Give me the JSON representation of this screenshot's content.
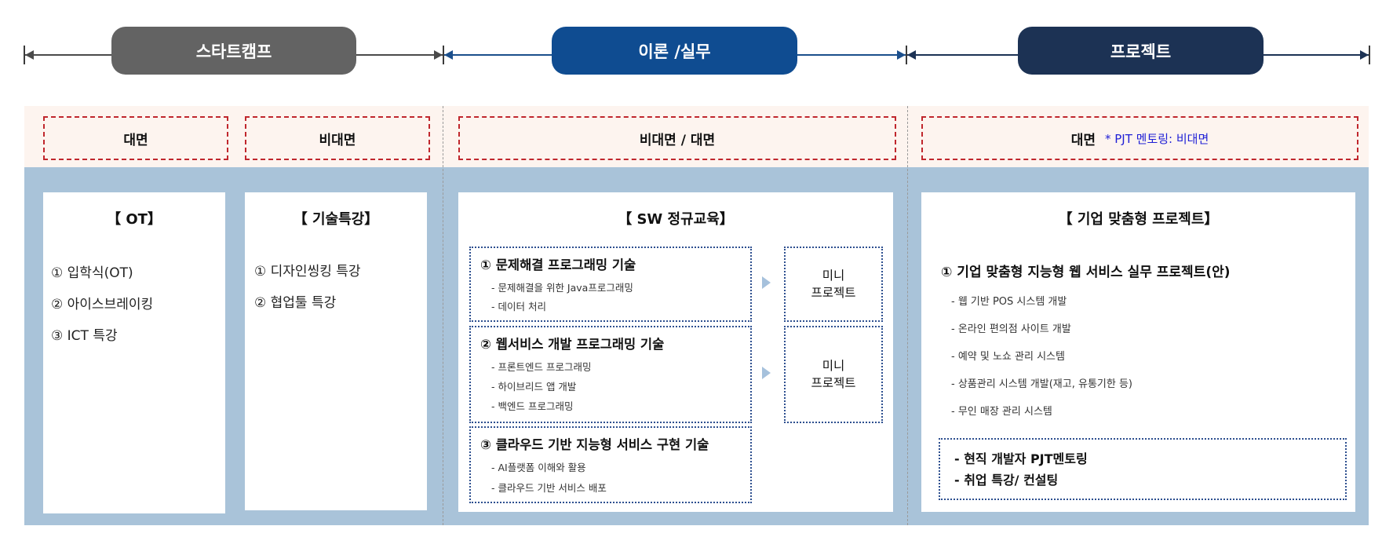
{
  "phases": [
    {
      "label": "스타트캠프",
      "color": "#636363"
    },
    {
      "label": "이론 /실무",
      "color": "#0f4c91"
    },
    {
      "label": "프로젝트",
      "color": "#1c3254"
    }
  ],
  "colors": {
    "timeline_gray": "#4a4a4a",
    "timeline_blue": "#1b4f8c",
    "timeline_navy": "#1c3254",
    "mode_band": "#fdf4ef",
    "content_band": "#a9c3d9",
    "dashed_red": "#c0272d",
    "dotted_blue": "#2d4f8f",
    "note_blue": "#1f1fd6"
  },
  "modes": {
    "startcamp_ot": "대면",
    "startcamp_special": "비대면",
    "theory": "비대면 / 대면",
    "project": "대면",
    "project_note": "* PJT 멘토링: 비대면"
  },
  "ot": {
    "title": "【 OT】",
    "items": [
      "① 입학식(OT)",
      "② 아이스브레이킹",
      "③ ICT 특강"
    ]
  },
  "tech_lecture": {
    "title": "【 기술특강】",
    "items": [
      "① 디자인씽킹 특강",
      "② 협업툴 특강"
    ]
  },
  "sw": {
    "title": "【 SW 정규교육】",
    "courses": [
      {
        "title": "① 문제해결 프로그래밍 기술",
        "subs": [
          "- 문제해결을 위한 Java프로그래밍",
          "- 데이터 처리"
        ]
      },
      {
        "title": "② 웹서비스 개발 프로그래밍 기술",
        "subs": [
          "- 프론트엔드 프로그래밍",
          "- 하이브리드 앱 개발",
          "- 백엔드 프로그래밍"
        ]
      },
      {
        "title": "③ 클라우드 기반 지능형 서비스 구현 기술",
        "subs": [
          "- AI플랫폼 이해와 활용",
          "- 클라우드 기반 서비스 배포"
        ]
      }
    ],
    "mini_projects": [
      {
        "line1": "미니",
        "line2": "프로젝트"
      },
      {
        "line1": "미니",
        "line2": "프로젝트"
      }
    ]
  },
  "project": {
    "title": "【 기업 맞춤형 프로젝트】",
    "heading": "① 기업 맞춤형 지능형 웹 서비스 실무 프로젝트(안)",
    "items": [
      "- 웹 기반 POS 시스템 개발",
      "- 온라인 편의점 사이트 개발",
      "- 예약 및 노쇼 관리 시스템",
      "- 상품관리 시스템 개발(재고, 유통기한 등)",
      "- 무인 매장 관리 시스템"
    ],
    "mentoring": [
      "- 현직 개발자 PJT멘토링",
      "- 취업 특강/ 컨설팅"
    ]
  }
}
